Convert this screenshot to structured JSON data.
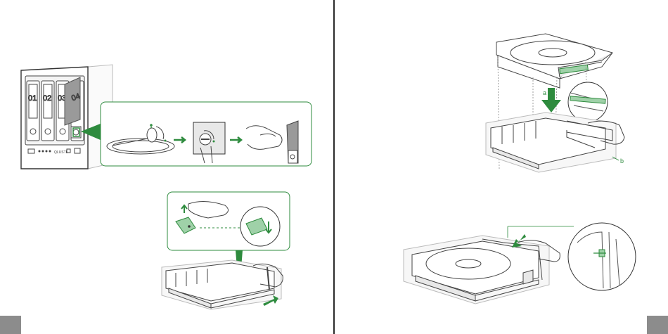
{
  "left_page": {
    "bays": [
      {
        "label": "01"
      },
      {
        "label": "02"
      },
      {
        "label": "03"
      },
      {
        "label": "04"
      }
    ],
    "device_brand": "QLUSTR"
  },
  "right_page": {
    "callouts": {
      "a": "a",
      "b": "b"
    }
  },
  "colors": {
    "accent_green": "#2e8b3e",
    "light_green": "#9fd1a8",
    "pagenum_gray": "#8c8c8c",
    "gutter": "#2a2a2a"
  },
  "icons": [
    "lock-icon",
    "arrow-right-icon",
    "arrow-down-icon",
    "arrow-up-icon",
    "arrow-left-icon"
  ]
}
